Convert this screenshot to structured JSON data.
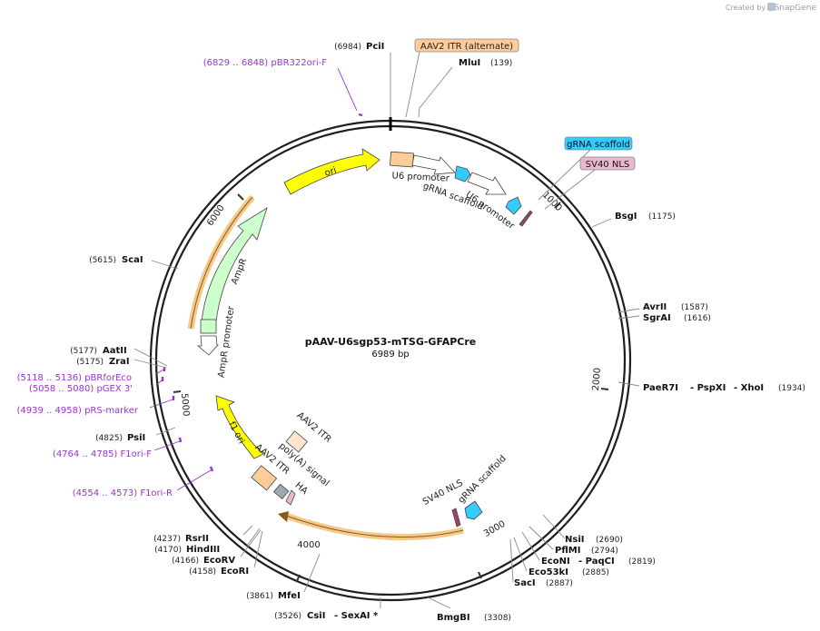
{
  "watermark": {
    "created_by": "Created by",
    "brand": "SnapGene"
  },
  "plasmid": {
    "name": "pAAV-U6sgp53-mTSG-GFAPCre",
    "length": "6989 bp"
  },
  "ticks": [
    "1000",
    "2000",
    "3000",
    "4000",
    "5000",
    "6000"
  ],
  "boxed_labels": {
    "itr_alt": "AAV2 ITR (alternate)",
    "grna_scaffold": "gRNA scaffold",
    "sv40_nls": "SV40 NLS"
  },
  "site_labels": {
    "pcii_pos": "(6984)",
    "pcii_name": "PciI",
    "mlui_name": "MluI",
    "mlui_pos": "(139)",
    "bsgi_name": "BsgI",
    "bsgi_pos": "(1175)",
    "avrii_name": "AvrII",
    "avrii_pos": "(1587)",
    "sgrai_name": "SgrAI",
    "sgrai_pos": "(1616)",
    "paer7i_name": "PaeR7I",
    "pspxi_name": "- PspXI",
    "xhoi_name": "- XhoI",
    "xhoi_pos": "(1934)",
    "nsii_name": "NsiI",
    "nsii_pos": "(2690)",
    "pflmi_name": "PflMI",
    "pflmi_pos": "(2794)",
    "econi_name": "EcoNI",
    "paqci_name": "- PaqCI",
    "econi_pos": "(2819)",
    "eco53ki_name": "Eco53kI",
    "eco53ki_pos": "(2885)",
    "saci_name": "SacI",
    "saci_pos": "(2887)",
    "bmgbi_name": "BmgBI",
    "bmgbi_pos": "(3308)",
    "csii_pos": "(3526)",
    "csii_name": "CsiI",
    "sexai_name": "- SexAI *",
    "mfei_pos": "(3861)",
    "mfei_name": "MfeI",
    "rsrii_pos": "(4237)",
    "rsrii_name": "RsrII",
    "hindiii_pos": "(4170)",
    "hindiii_name": "HindIII",
    "ecorv_pos": "(4166)",
    "ecorv_name": "EcoRV",
    "ecori_pos": "(4158)",
    "ecori_name": "EcoRI",
    "psii_pos": "(4825)",
    "psii_name": "PsiI",
    "aatii_pos": "(5177)",
    "aatii_name": "AatII",
    "zrai_pos": "(5175)",
    "zrai_name": "ZraI",
    "scai_pos": "(5615)",
    "scai_name": "ScaI"
  },
  "primer_labels": {
    "pbr322ori_f": "(6829 .. 6848)  pBR322ori-F",
    "pbrforeco": "(5118 .. 5136)  pBRforEco",
    "pgex3": "(5058 .. 5080)  pGEX 3'",
    "prs_marker": "(4939 .. 4958)  pRS-marker",
    "f1ori_f": "(4764 .. 4785)  F1ori-F",
    "f1ori_r": "(4554 .. 4573)  F1ori-R"
  },
  "feature_labels": {
    "ori": "ori",
    "ampr": "AmpR",
    "ampr_promoter": "AmpR promoter",
    "f1_ori": "f1 ori",
    "u6_promoter_1": "U6 promoter",
    "grna_scaffold_1": "gRNA scaffold",
    "u6_promoter_2": "U6 promoter",
    "aav2_itr_top": "AAV2 ITR",
    "aav2_itr_left": "AAV2 ITR",
    "polya_signal": "poly(A) signal",
    "ha": "HA",
    "sv40_nls_lower": "SV40 NLS",
    "grna_scaffold_lower": "gRNA scaffold"
  },
  "colors": {
    "backbone": "#1f1f1f",
    "ori_yellow": "#ffff00",
    "ampr_green": "#ccffcc",
    "itr_orange": "#ffcc99",
    "grna_cyan": "#33ccff",
    "nls_pink": "#e8b8d0",
    "primer_purple": "#9933cc",
    "orf_highlight": "#f5c98a"
  }
}
